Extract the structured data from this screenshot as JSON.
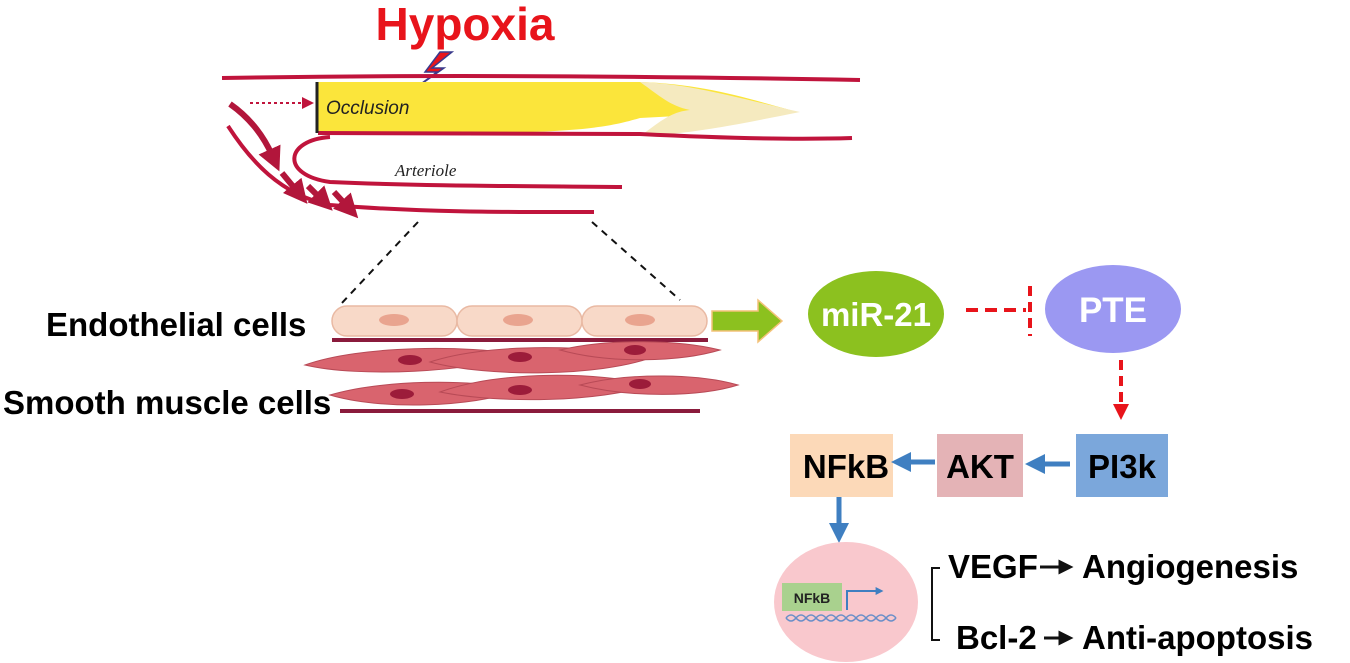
{
  "title": "Hypoxia",
  "vessel": {
    "occlusion_label": "Occlusion",
    "arteriole_label": "Arteriole"
  },
  "cells": {
    "endothelial_label": "Endothelial cells",
    "smooth_muscle_label": "Smooth muscle cells"
  },
  "pathway": {
    "mir21": "miR-21",
    "pten": "PTE",
    "pi3k": "PI3k",
    "akt": "AKT",
    "nfkb": "NFkB"
  },
  "nucleus": {
    "nfkb_box": "NFkB"
  },
  "outcomes": {
    "vegf": "VEGF",
    "angiogenesis": "Angiogenesis",
    "bcl2": "Bcl-2",
    "anti_apoptosis": "Anti-apoptosis"
  },
  "colors": {
    "title_red": "#e8141b",
    "vessel_red": "#c0143c",
    "occlusion_yellow": "#fbe53b",
    "mir21_green": "#8cc11f",
    "pten_purple": "#9b98f2",
    "pi3k_blue": "#7ba7db",
    "akt_pink": "#e4b3b6",
    "nfkb_peach": "#fcd9b8",
    "nucleus_pink": "#f9c8cd",
    "arrow_blue": "#3f7fc1"
  }
}
